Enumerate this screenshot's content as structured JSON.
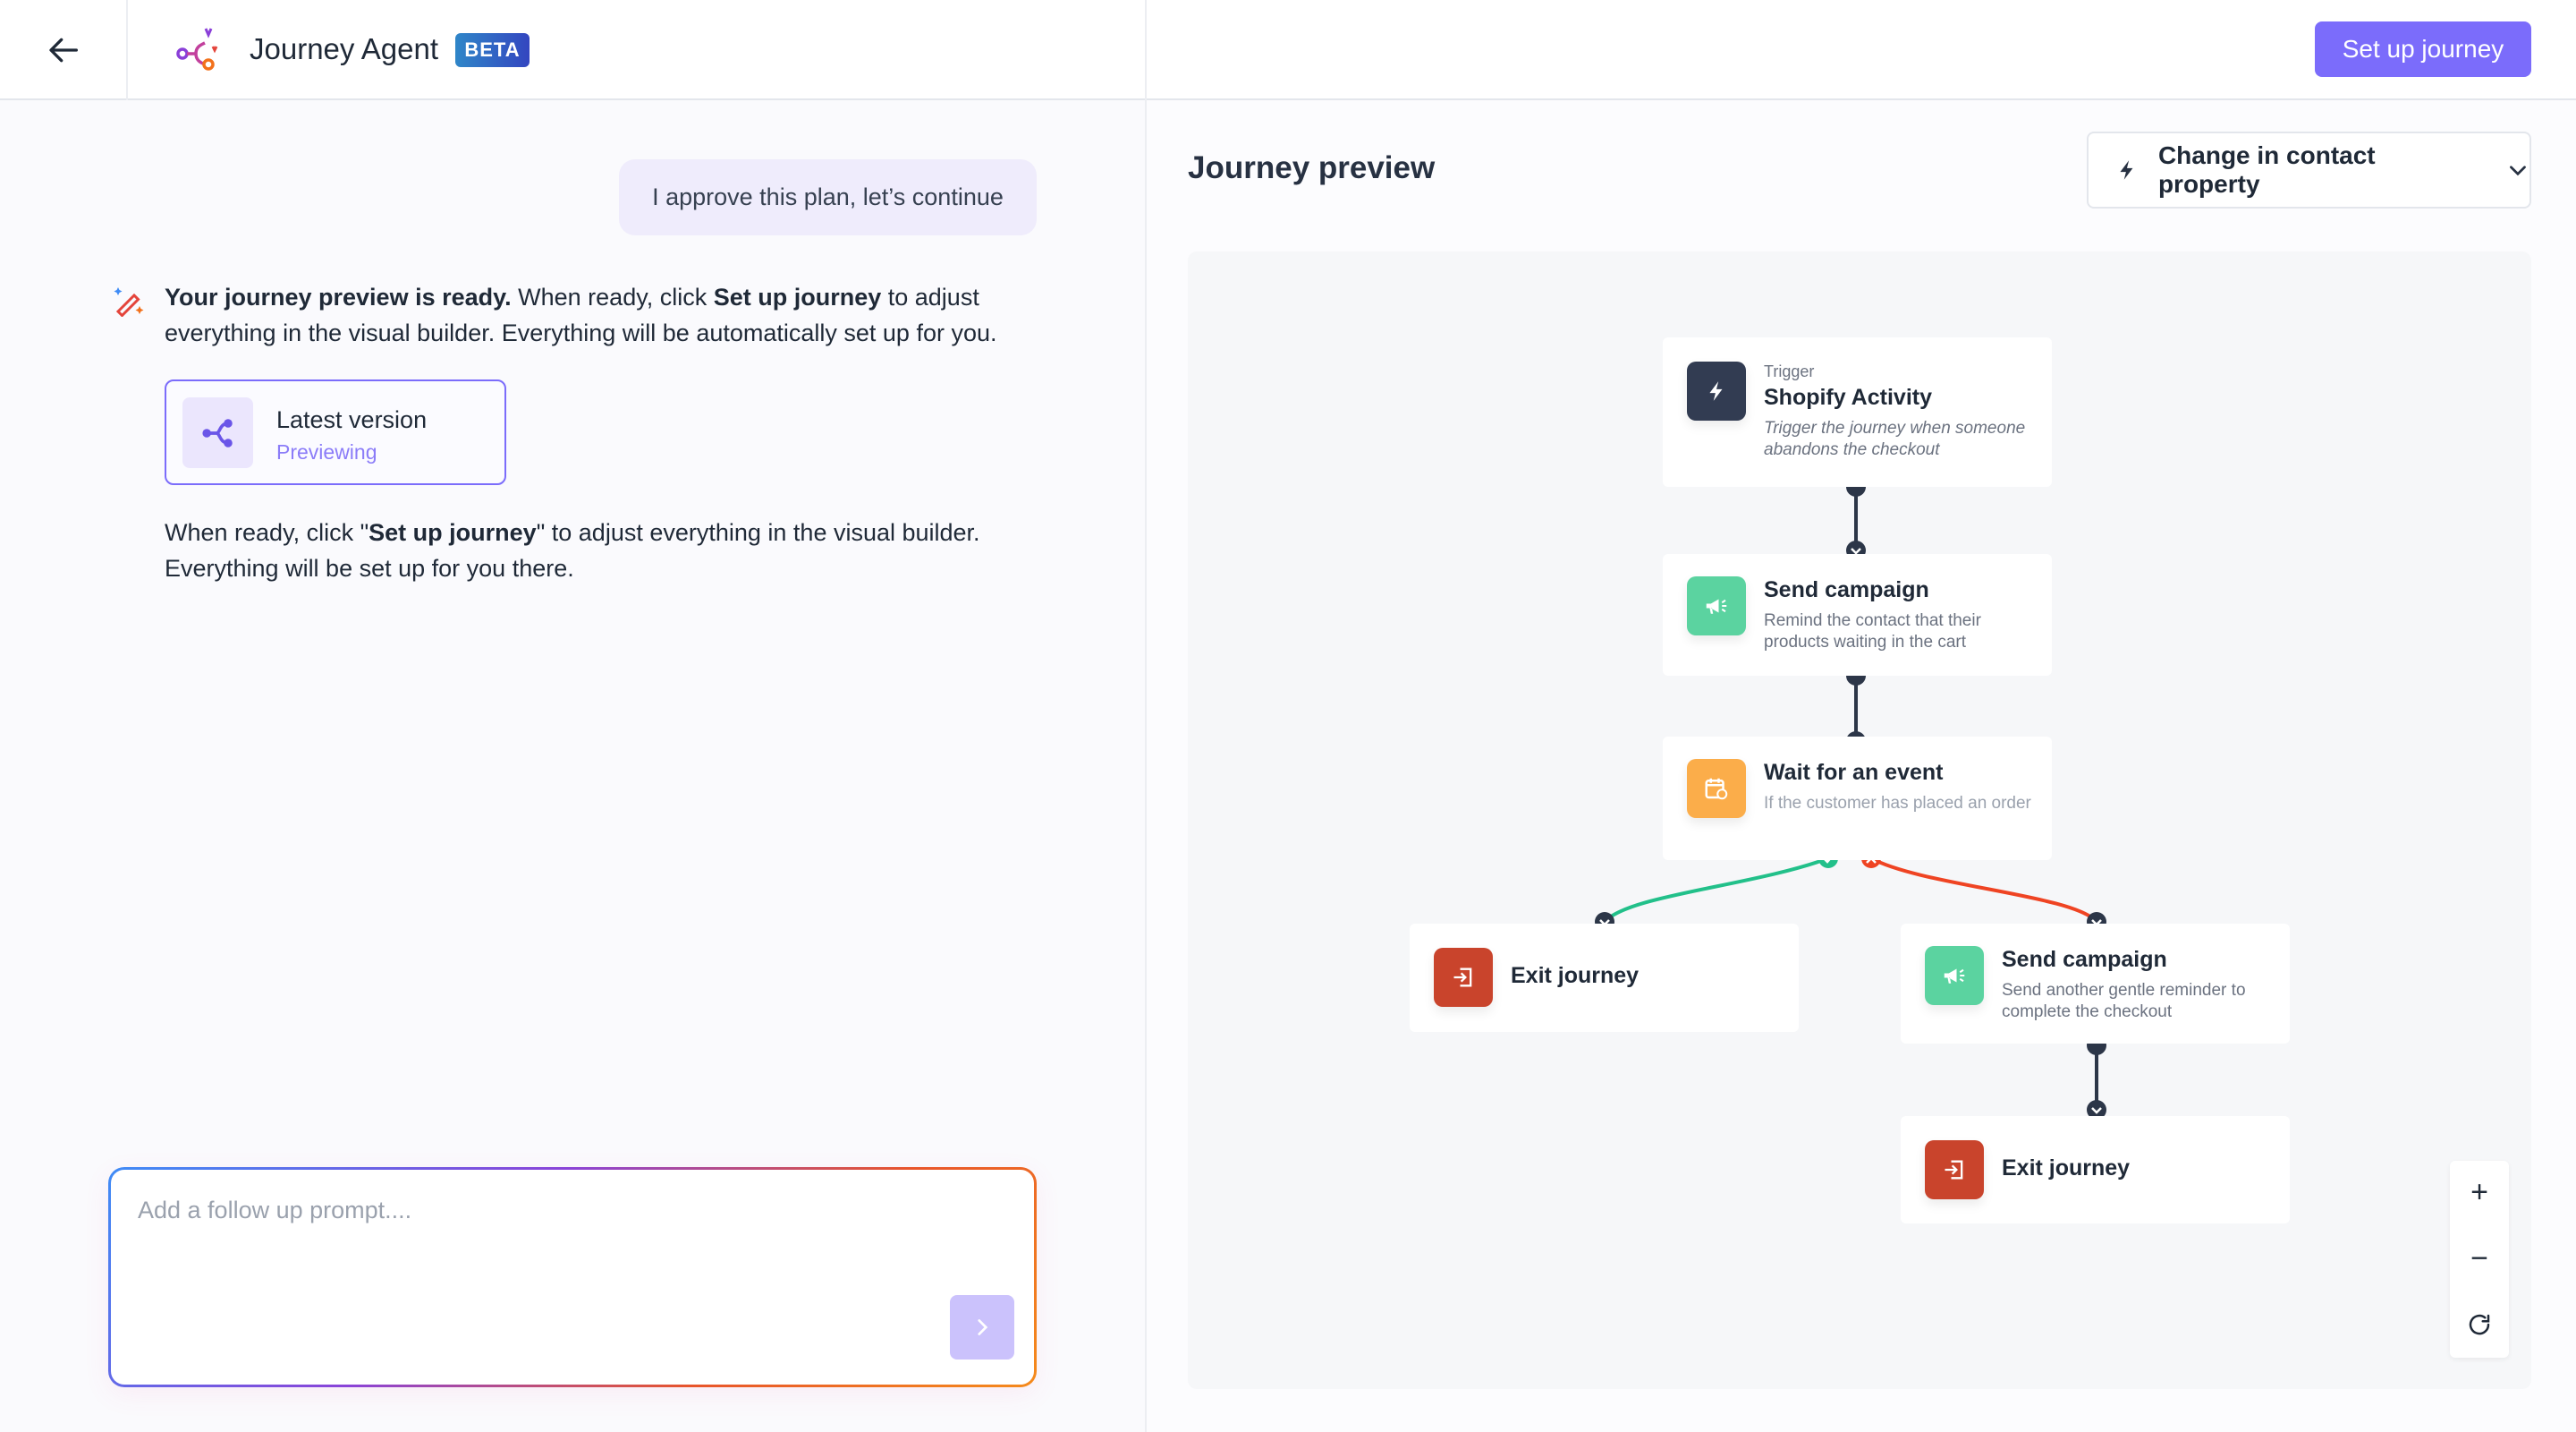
{
  "header": {
    "title": "Journey Agent",
    "badge": "BETA",
    "setup_button": "Set up journey"
  },
  "chat": {
    "user_message": "I approve this plan, let’s continue",
    "ai_message": {
      "bold1": "Your journey preview is ready.",
      "text1": " When ready, click ",
      "bold2": "Set up journey",
      "text2": " to adjust everything in the visual builder. Everything will be automatically set up for you."
    },
    "version_card": {
      "title": "Latest version",
      "status": "Previewing"
    },
    "followup": {
      "text1": "When ready, click \"",
      "bold": "Set up journey",
      "text2": "\" to adjust everything in the visual builder. Everything will be set up for you there."
    },
    "input_placeholder": "Add a follow up prompt...."
  },
  "preview": {
    "title": "Journey preview",
    "trigger_dropdown": "Change in contact property",
    "nodes": [
      {
        "kind": "Trigger",
        "title": "Shopify Activity",
        "desc": "Trigger the journey when someone abandons the checkout",
        "icon": "lightning-icon",
        "color": "#323c52"
      },
      {
        "title": "Send campaign",
        "desc": "Remind the contact that their products waiting in the cart",
        "icon": "megaphone-icon",
        "color": "#5bd3a0"
      },
      {
        "title": "Wait for an event",
        "desc": "If the customer has placed an order",
        "icon": "calendar-clock-icon",
        "color": "#fbad4a"
      },
      {
        "title": "Exit journey",
        "icon": "exit-icon",
        "color": "#c9442c"
      },
      {
        "title": "Send campaign",
        "desc": "Send another gentle reminder to complete the checkout",
        "icon": "megaphone-icon",
        "color": "#5bd3a0"
      },
      {
        "title": "Exit journey",
        "icon": "exit-icon",
        "color": "#c9442c"
      }
    ],
    "branch_colors": {
      "yes": "#22c08a",
      "no": "#ef4423"
    },
    "zoom_controls": {
      "zoom_in": "+",
      "zoom_out": "−"
    }
  },
  "colors": {
    "accent": "#7b6cfb",
    "connector": "#2c3648"
  }
}
